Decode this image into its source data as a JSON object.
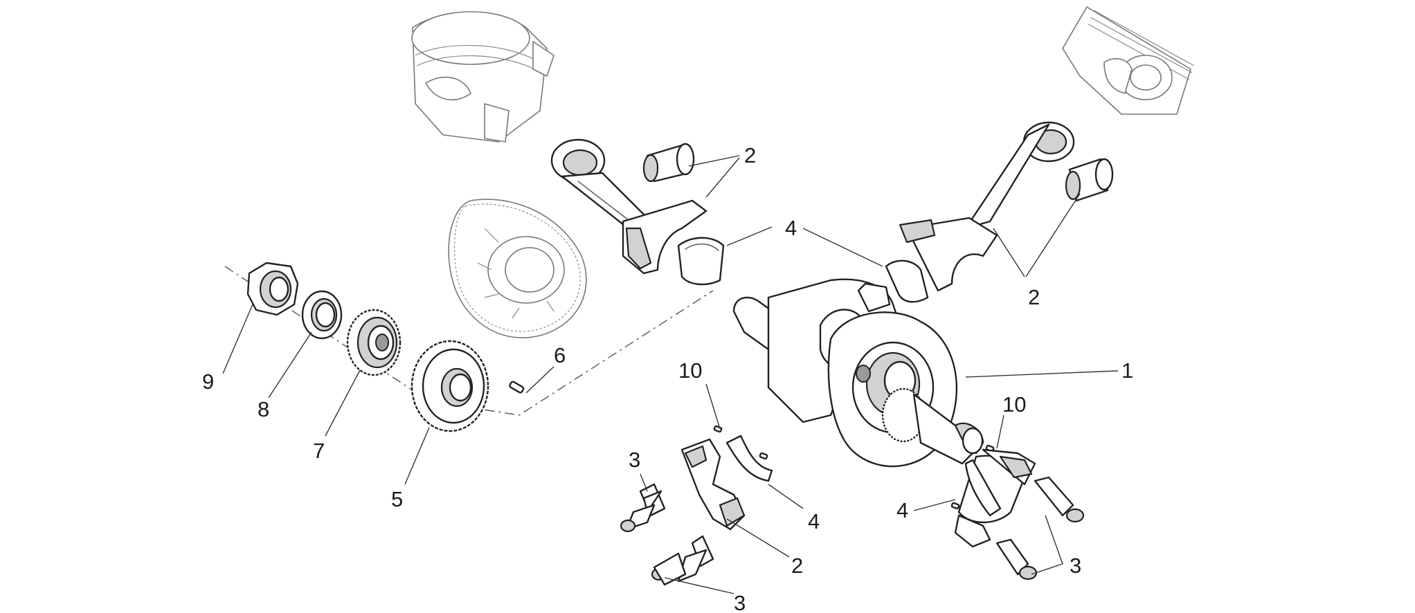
{
  "diagram": {
    "callouts": [
      {
        "id": "c9",
        "text": "9"
      },
      {
        "id": "c8",
        "text": "8"
      },
      {
        "id": "c7",
        "text": "7"
      },
      {
        "id": "c5",
        "text": "5"
      },
      {
        "id": "c6",
        "text": "6"
      },
      {
        "id": "c2a",
        "text": "2"
      },
      {
        "id": "c4a",
        "text": "4"
      },
      {
        "id": "c2b",
        "text": "2"
      },
      {
        "id": "c1",
        "text": "1"
      },
      {
        "id": "c10a",
        "text": "10"
      },
      {
        "id": "c10b",
        "text": "10"
      },
      {
        "id": "c3a",
        "text": "3"
      },
      {
        "id": "c4b",
        "text": "4"
      },
      {
        "id": "c2c",
        "text": "2"
      },
      {
        "id": "c3b",
        "text": "3"
      },
      {
        "id": "c4c",
        "text": "4"
      },
      {
        "id": "c3c",
        "text": "3"
      }
    ],
    "parts": [
      "crankshaft",
      "connecting-rod",
      "main-bearing",
      "screw",
      "gear",
      "key",
      "gear",
      "washer",
      "nut",
      "dowel-pin"
    ],
    "line_color": "#222222",
    "shade_color": "#d2d2d2"
  }
}
